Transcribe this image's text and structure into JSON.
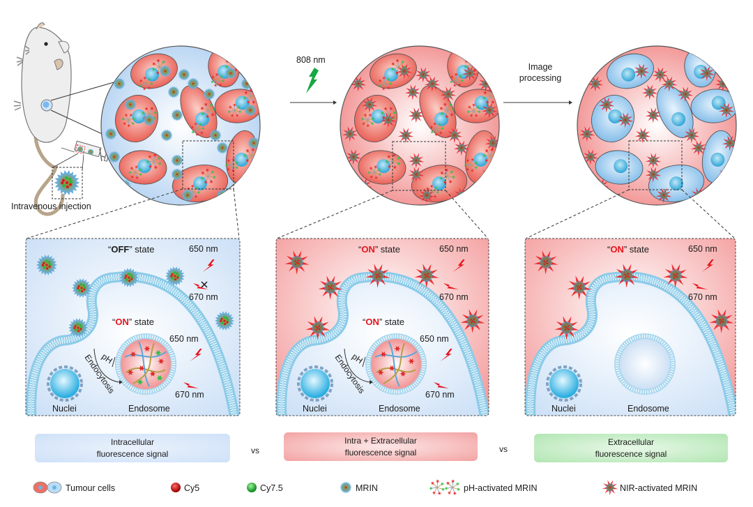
{
  "mouse": {
    "caption": "Intravenous injection"
  },
  "steps": {
    "irradiation_label": "808 nm",
    "processing_label_line1": "Image",
    "processing_label_line2": "processing"
  },
  "panels": [
    {
      "top_state_prefix": "“",
      "top_state_word": "OFF",
      "top_state_suffix": "” state",
      "top_state_color": "#1a1a1a",
      "top_exc": "650 nm",
      "top_em": "670 nm",
      "top_em_blocked": true,
      "inner_state_prefix": "“",
      "inner_state_word": "ON",
      "inner_state_suffix": "” state",
      "inner_exc": "650 nm",
      "inner_em": "670 nm",
      "ph": "pH",
      "endocytosis": "Endocytosis",
      "nuclei": "Nuclei",
      "endosome": "Endosome",
      "background": "blue"
    },
    {
      "top_state_prefix": "“",
      "top_state_word": "ON",
      "top_state_suffix": "” state",
      "top_state_color": "#e8141b",
      "top_exc": "650 nm",
      "top_em": "670 nm",
      "top_em_blocked": false,
      "inner_state_prefix": "“",
      "inner_state_word": "ON",
      "inner_state_suffix": "” state",
      "inner_exc": "650 nm",
      "inner_em": "670 nm",
      "ph": "pH",
      "endocytosis": "Endocytosis",
      "nuclei": "Nuclei",
      "endosome": "Endosome",
      "background": "red"
    },
    {
      "top_state_prefix": "“",
      "top_state_word": "ON",
      "top_state_suffix": "” state",
      "top_state_color": "#e8141b",
      "top_exc": "650 nm",
      "top_em": "670 nm",
      "top_em_blocked": false,
      "nuclei": "Nuclei",
      "endosome": "Endosome",
      "background": "red"
    }
  ],
  "signals": [
    {
      "line1": "Intracellular",
      "line2": "fluorescence signal",
      "color": "#d6e6fa"
    },
    {
      "line1": "Intra + Extracellular",
      "line2": "fluorescence signal",
      "color": "#f6b5b5"
    },
    {
      "line1": "Extracellular",
      "line2": "fluorescence signal",
      "color": "#bfeac0"
    }
  ],
  "vs": [
    "vs",
    "vs"
  ],
  "legend": [
    {
      "icon": "tumour-cells-icon",
      "label": "Tumour cells"
    },
    {
      "icon": "cy5-icon",
      "label": "Cy5"
    },
    {
      "icon": "cy75-icon",
      "label": "Cy7.5"
    },
    {
      "icon": "mrin-icon",
      "label": "MRIN"
    },
    {
      "icon": "ph-activated-mrin-icon",
      "label": "pH-activated MRIN"
    },
    {
      "icon": "nir-activated-mrin-icon",
      "label": "NIR-activated MRIN"
    }
  ],
  "colors": {
    "red_text": "#e8141b",
    "tumour_red": "#ef7a70",
    "cell_blue": "#a9d2f2",
    "nucleus": "#4fb3dc",
    "bolt_red": "#e8141b",
    "bolt_green": "#16a843"
  }
}
